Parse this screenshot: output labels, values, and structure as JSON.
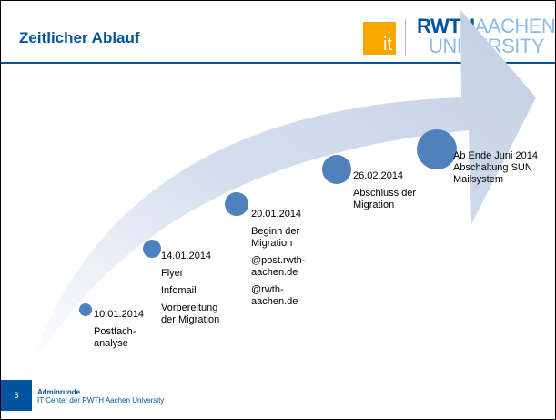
{
  "slide": {
    "title": "Zeitlicher Ablauf",
    "logo": {
      "it": "it",
      "rwth": "RWTH",
      "aachen": "AACHEN",
      "university": "UNIVERSITY",
      "colors": {
        "blue": "#00549f",
        "light_blue": "#8ebae5",
        "orange": "#f6a800"
      }
    },
    "milestones": [
      {
        "date": "10.01.2014",
        "lines": [
          "Postfach-",
          "analyse"
        ]
      },
      {
        "date": "14.01.2014",
        "lines": [
          "Flyer",
          "Infomail",
          "Vorbereitung",
          "der Migration"
        ]
      },
      {
        "date": "20.01.2014",
        "lines": [
          "Beginn der",
          "Migration",
          "@post.rwth-",
          "aachen.de",
          "@rwth-",
          "aachen.de"
        ]
      },
      {
        "date": "26.02.2014",
        "lines": [
          "Abschluss der",
          "Migration"
        ]
      },
      {
        "date": "Ab Ende Juni 2014",
        "lines": [
          "Abschaltung SUN",
          "Mailsystem"
        ]
      }
    ],
    "footer": {
      "page_number": "3",
      "line1": "Adminrunde",
      "line2": "IT Center der RWTH Aachen University"
    }
  }
}
